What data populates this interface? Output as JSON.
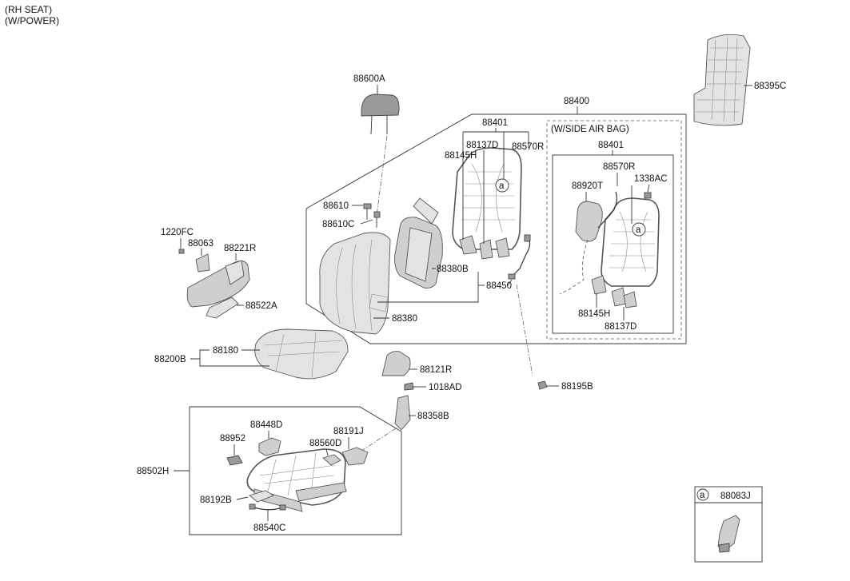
{
  "header": {
    "line1": "(RH SEAT)",
    "line2": "(W/POWER)"
  },
  "side_airbag_note": "(W/SIDE AIR BAG)",
  "callout_letter": "a",
  "inset": {
    "letter": "a",
    "part": "88083J"
  },
  "labels": {
    "p88600A": "88600A",
    "p88395C": "88395C",
    "p88400": "88400",
    "p88401_main": "88401",
    "p88137D_main": "88137D",
    "p88570R_main": "88570R",
    "p88145H_main": "88145H",
    "p88401_sab": "88401",
    "p88570R_sab": "88570R",
    "p1338AC": "1338AC",
    "p88920T": "88920T",
    "p88145H_sab": "88145H",
    "p88137D_sab": "88137D",
    "p88610": "88610",
    "p88610C": "88610C",
    "p1220FC": "1220FC",
    "p88063": "88063",
    "p88221R": "88221R",
    "p88522A": "88522A",
    "p88380B": "88380B",
    "p88450": "88450",
    "p88380": "88380",
    "p88180": "88180",
    "p88200B": "88200B",
    "p88121R": "88121R",
    "p1018AD": "1018AD",
    "p88195B": "88195B",
    "p88358B": "88358B",
    "p88448D": "88448D",
    "p88952": "88952",
    "p88191J": "88191J",
    "p88560D": "88560D",
    "p88502H": "88502H",
    "p88192B": "88192B",
    "p88540C": "88540C"
  }
}
